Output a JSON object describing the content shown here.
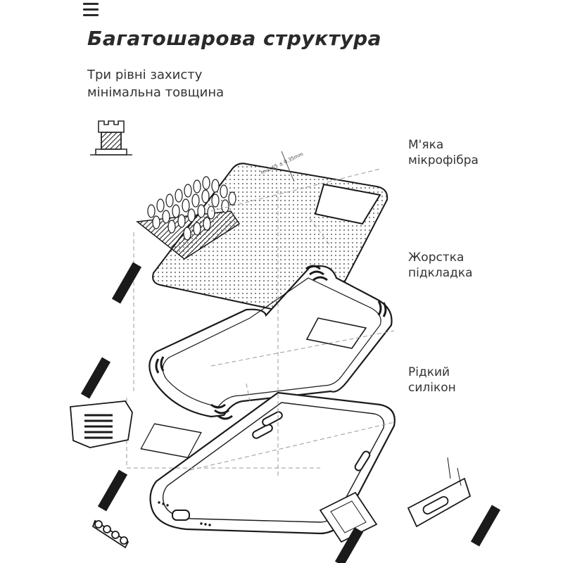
{
  "header": {
    "menu_icon": "hamburger-menu-icon",
    "title": "Багатошарова структура",
    "subtitle_lines": [
      "Три рівні захисту",
      "мінімальна товщина"
    ]
  },
  "layers": [
    {
      "name_lines": [
        "М'яка",
        "мікрофібра"
      ]
    },
    {
      "name_lines": [
        "Жорстка",
        "підкладка"
      ]
    },
    {
      "name_lines": [
        "Рідкий",
        "силікон"
      ]
    }
  ],
  "icons": {
    "castle": "castle-tower-icon"
  },
  "colors": {
    "text": "#333333",
    "title": "#2a2a2a",
    "line": "#1a1a1a",
    "dash": "#999999"
  }
}
